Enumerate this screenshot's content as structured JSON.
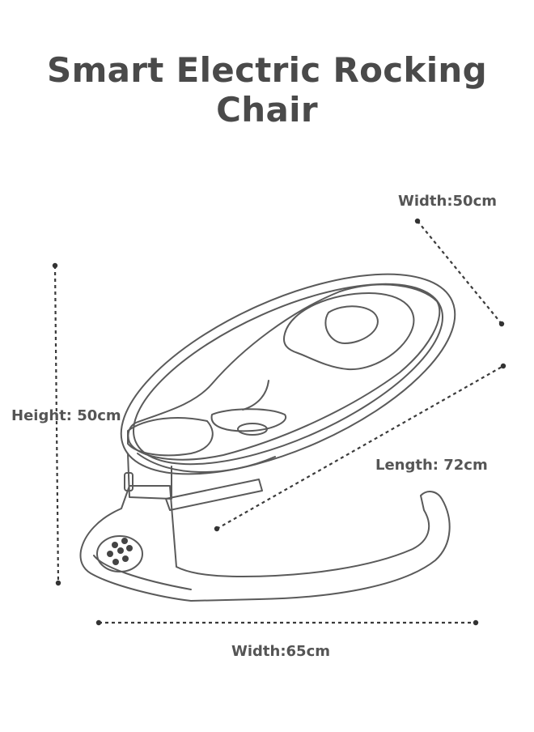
{
  "title": "Smart Electric Rocking Chair",
  "dimensions": {
    "width_top": "Width:50cm",
    "height": "Height: 50cm",
    "length": "Length: 72cm",
    "width_bottom": "Width:65cm"
  },
  "colors": {
    "title": "#4a4a4a",
    "labels": "#555555",
    "lines": "#3a3a3a",
    "outline": "#5a5a5a"
  }
}
